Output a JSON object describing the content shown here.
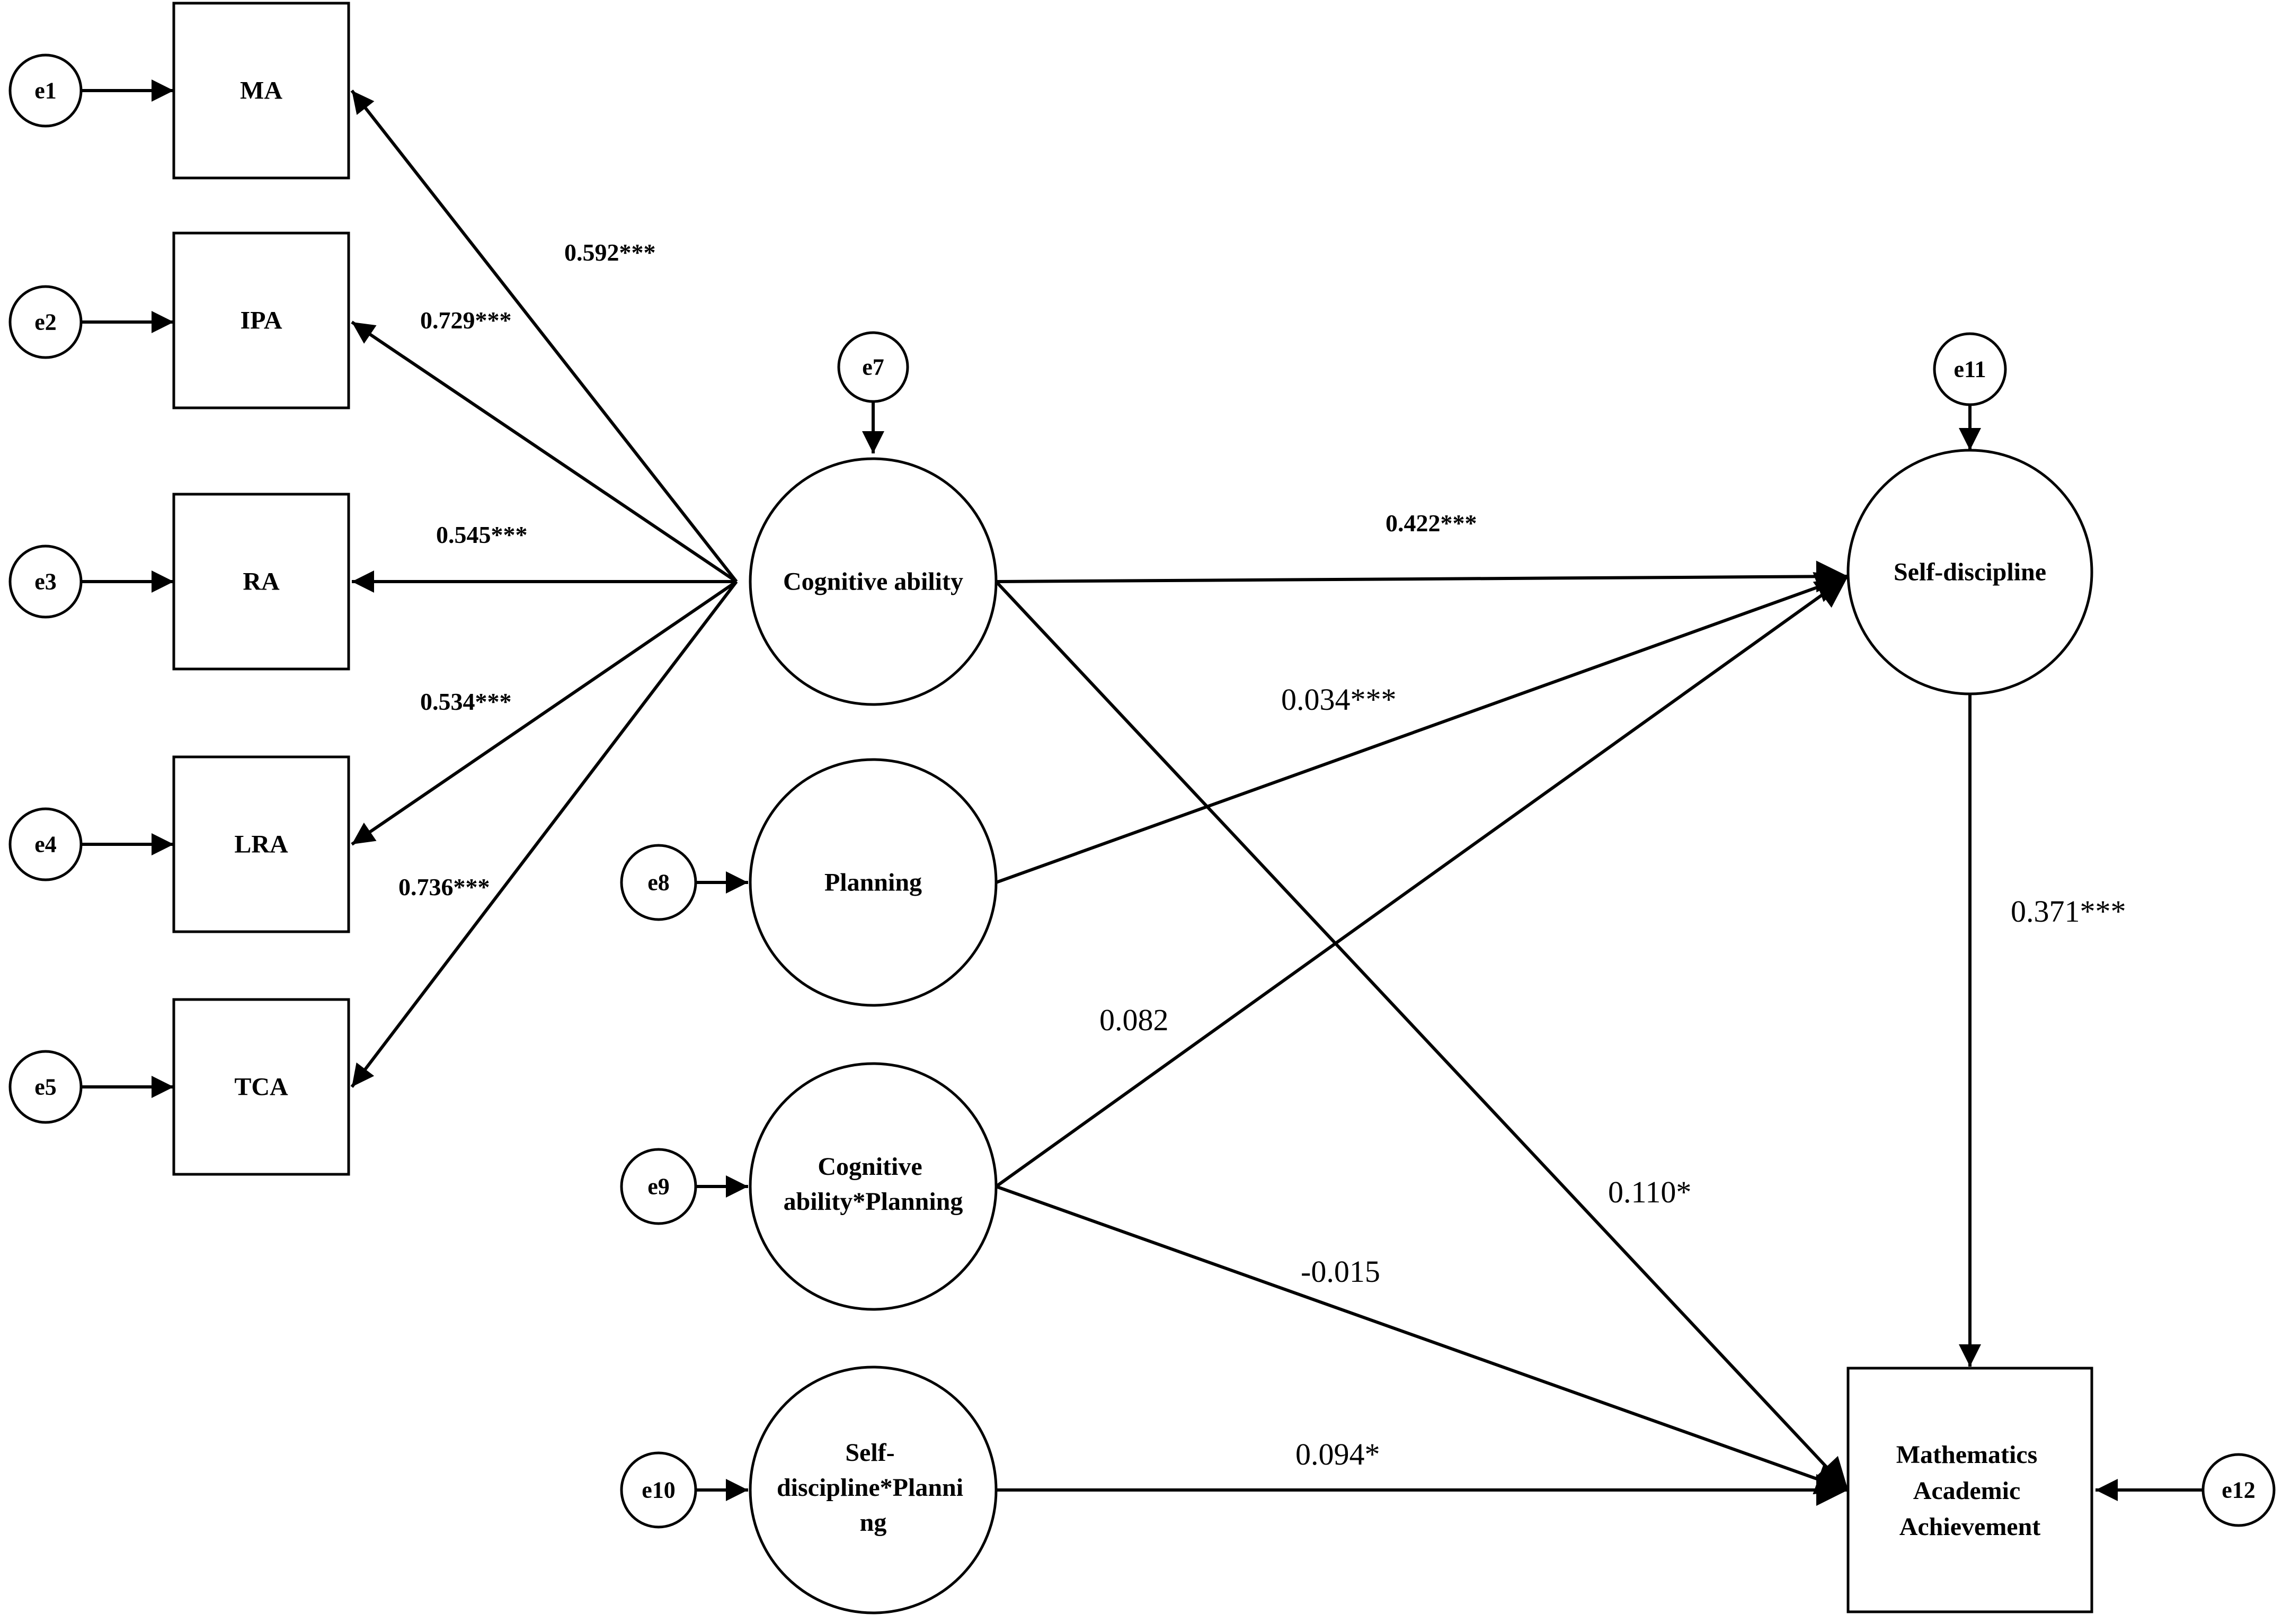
{
  "nodes": {
    "ma": "MA",
    "ipa": "IPA",
    "ra": "RA",
    "lra": "LRA",
    "tca": "TCA",
    "cognitive_ability": "Cognitive ability",
    "planning": "Planning",
    "cog_x_planning": [
      "Cognitive",
      "ability*Planning"
    ],
    "sd_x_planning": [
      "Self-",
      "discipline*Planni",
      "ng"
    ],
    "self_discipline": "Self-discipline",
    "math_achievement": [
      "Mathematics",
      "Academic",
      "Achievement"
    ]
  },
  "errors": {
    "e1": "e1",
    "e2": "e2",
    "e3": "e3",
    "e4": "e4",
    "e5": "e5",
    "e7": "e7",
    "e8": "e8",
    "e9": "e9",
    "e10": "e10",
    "e11": "e11",
    "e12": "e12"
  },
  "coefficients": {
    "cog_ma": "0.592***",
    "cog_ipa": "0.729***",
    "cog_ra": "0.545***",
    "cog_lra": "0.534***",
    "cog_tca": "0.736***",
    "cog_sd": "0.422***",
    "plan_sd": "0.034***",
    "cogplan_sd": "0.082",
    "cog_maa": "0.110*",
    "cogplan_maa": "-0.015",
    "sdplan_maa": "0.094*",
    "sd_maa": "0.371***"
  }
}
